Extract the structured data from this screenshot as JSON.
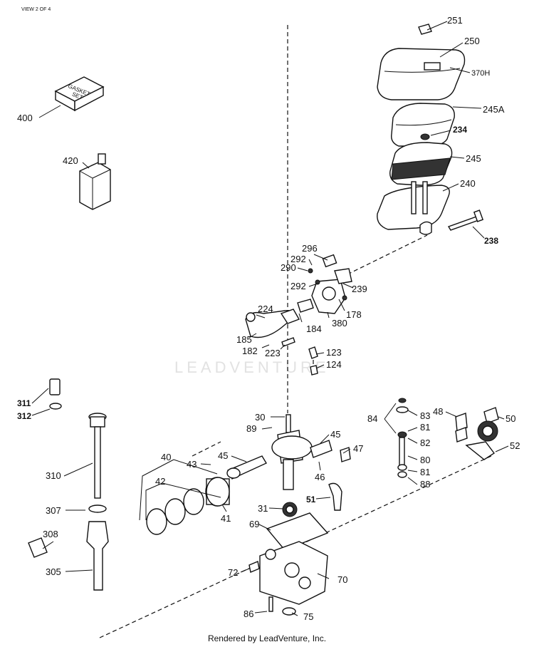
{
  "view_label": "VIEW 2 OF 4",
  "watermark": "LEADVENTURE",
  "footer": "Rendered by LeadVenture, Inc.",
  "gasket_set_text": [
    "GASKET",
    "SET"
  ],
  "parts": {
    "p251": "251",
    "p250": "250",
    "p370h": "370H",
    "p245a": "245A",
    "p234": "234",
    "p245": "245",
    "p240": "240",
    "p238": "238",
    "p400": "400",
    "p420": "420",
    "p296": "296",
    "p292a": "292",
    "p290": "290",
    "p292b": "292",
    "p239": "239",
    "p224": "224",
    "p178": "178",
    "p185": "185",
    "p184": "184",
    "p380": "380",
    "p182": "182",
    "p223": "223",
    "p123": "123",
    "p124": "124",
    "p311": "311",
    "p312": "312",
    "p310": "310",
    "p307": "307",
    "p308": "308",
    "p305": "305",
    "p30": "30",
    "p89": "89",
    "p40": "40",
    "p43": "43",
    "p45a": "45",
    "p45b": "45",
    "p47": "47",
    "p46": "46",
    "p42": "42",
    "p41": "41",
    "p51": "51",
    "p31": "31",
    "p69": "69",
    "p72": "72",
    "p70": "70",
    "p86": "86",
    "p75": "75",
    "p84": "84",
    "p83": "83",
    "p81a": "81",
    "p82": "82",
    "p80": "80",
    "p81b": "81",
    "p88": "88",
    "p48": "48",
    "p50": "50",
    "p52": "52"
  }
}
